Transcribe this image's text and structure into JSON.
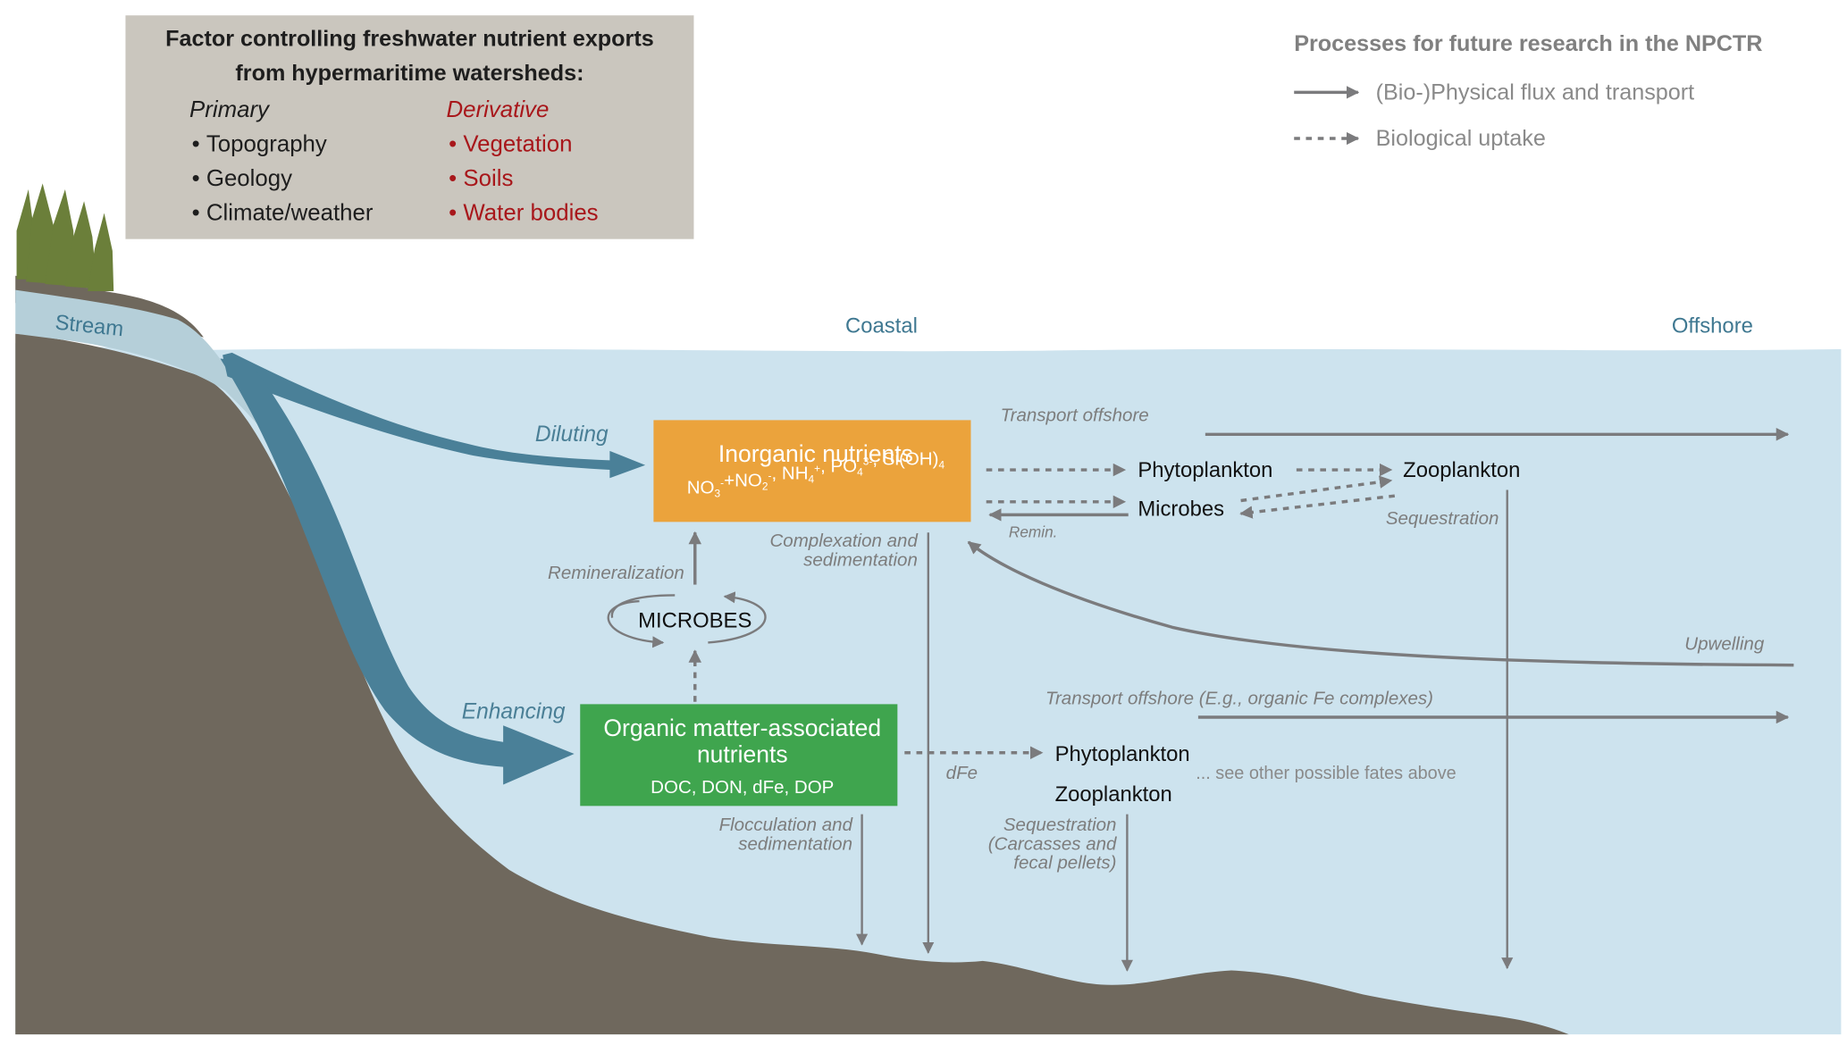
{
  "colors": {
    "water": "#cde3ee",
    "stream_water": "#b5cfd9",
    "land": "#6f685d",
    "trees": "#6b7f3a",
    "flow_arrow": "#4a8098",
    "factor_box": "#cac6be",
    "inorganic_box": "#eba33c",
    "organic_box": "#3fa54e",
    "process_gray": "#7b7b7d",
    "derivative_red": "#a8171b"
  },
  "factor_box": {
    "title_line1": "Factor controlling freshwater nutrient exports",
    "title_line2": "from hypermaritime watersheds:",
    "primary": {
      "heading": "Primary",
      "items": [
        "Topography",
        "Geology",
        "Climate/weather"
      ]
    },
    "derivative": {
      "heading": "Derivative",
      "items": [
        "Vegetation",
        "Soils",
        "Water bodies"
      ]
    }
  },
  "legend": {
    "title": "Processes for future research in the NPCTR",
    "items": [
      {
        "style": "solid-arrow",
        "label": "(Bio-)Physical flux and transport"
      },
      {
        "style": "dashed-arrow",
        "label": "Biological uptake"
      }
    ]
  },
  "zones": {
    "stream": "Stream",
    "coastal": "Coastal",
    "offshore": "Offshore"
  },
  "flows": {
    "diluting": "Diluting",
    "enhancing": "Enhancing"
  },
  "inorganic": {
    "title": "Inorganic nutrients",
    "species": [
      {
        "base": "NO",
        "sub": "3",
        "sup": "-"
      },
      {
        "base": "+NO",
        "sub": "2",
        "sup": "-"
      },
      {
        "base": ", NH",
        "sub": "4",
        "sup": "+"
      },
      {
        "base": ", PO",
        "sub": "4",
        "sup": "3-"
      },
      {
        "base": ", Si(OH)",
        "sub": "4",
        "sup": ""
      }
    ]
  },
  "organic": {
    "title_line1": "Organic matter-associated",
    "title_line2": "nutrients",
    "species": "DOC, DON, dFe, DOP"
  },
  "microbes_cycle": "MICROBES",
  "organisms": {
    "phytoplankton_upper": "Phytoplankton",
    "zooplankton_upper": "Zooplankton",
    "microbes_upper": "Microbes",
    "phytoplankton_lower": "Phytoplankton",
    "zooplankton_lower": "Zooplankton"
  },
  "process_labels": {
    "transport_offshore": "Transport offshore",
    "remin": "Remin.",
    "sequestration_upper": "Sequestration",
    "complexation_line1": "Complexation and",
    "complexation_line2": "sedimentation",
    "remineralization": "Remineralization",
    "upwelling": "Upwelling",
    "transport_offshore_fe": "Transport offshore (E.g., organic Fe complexes)",
    "dfe": "dFe",
    "see_other": "... see other possible fates above",
    "flocculation_line1": "Flocculation and",
    "flocculation_line2": "sedimentation",
    "sequestration_lower_line1": "Sequestration",
    "sequestration_lower_line2": "(Carcasses and",
    "sequestration_lower_line3": "fecal pellets)"
  }
}
